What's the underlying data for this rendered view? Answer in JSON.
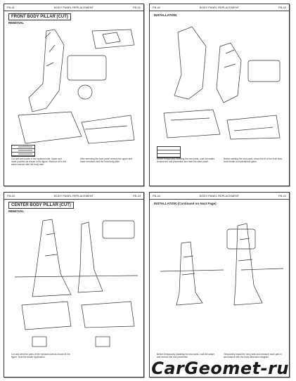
{
  "pages": [
    {
      "header_left": "FB-41",
      "header_center": "BODY PANEL REPLACEMENT",
      "header_right": "FB-41",
      "title": "FRONT BODY PILLAR (CUT)",
      "subtitle": "REMOVAL",
      "note_left": "Cut and weld parts of the replaced side. Upper and lower portions as shown in the figure. Remove all in the same manner with the body side.",
      "note_right": "After removing the front panel remove the upper and lower members and the front body pillar."
    },
    {
      "header_left": "FB-42",
      "header_center": "BODY PANEL REPLACEMENT",
      "header_right": "FB-42",
      "subtitle": "INSTALLATION",
      "note_left": "Before temporarily installing the new parts, coat the sealer, remove the rust preventive and treat the steel panel.",
      "note_right": "Before welding the new parts, check the fit of the front door, front fender and windshield glass."
    },
    {
      "header_left": "FB-43",
      "header_center": "BODY PANEL REPLACEMENT",
      "header_right": "FB-43",
      "title": "CENTER BODY PILLAR (CUT)",
      "subtitle": "REMOVAL",
      "note_left": "Cut and weld the parts of the replaced side as shown in the figure. Note the sealer application.",
      "note_right": ""
    },
    {
      "header_left": "FB-44",
      "header_center": "BODY PANEL REPLACEMENT",
      "header_right": "FB-44",
      "subtitle": "INSTALLATION (Continued on Next Page)",
      "note_left": "Before temporarily installing the new parts, coat the sealer and remove the rust preventive.",
      "note_right": "Temporarily install the new parts and measure each part in accordance with the body dimension diagram."
    }
  ],
  "watermark": "CarGeomet-ru"
}
